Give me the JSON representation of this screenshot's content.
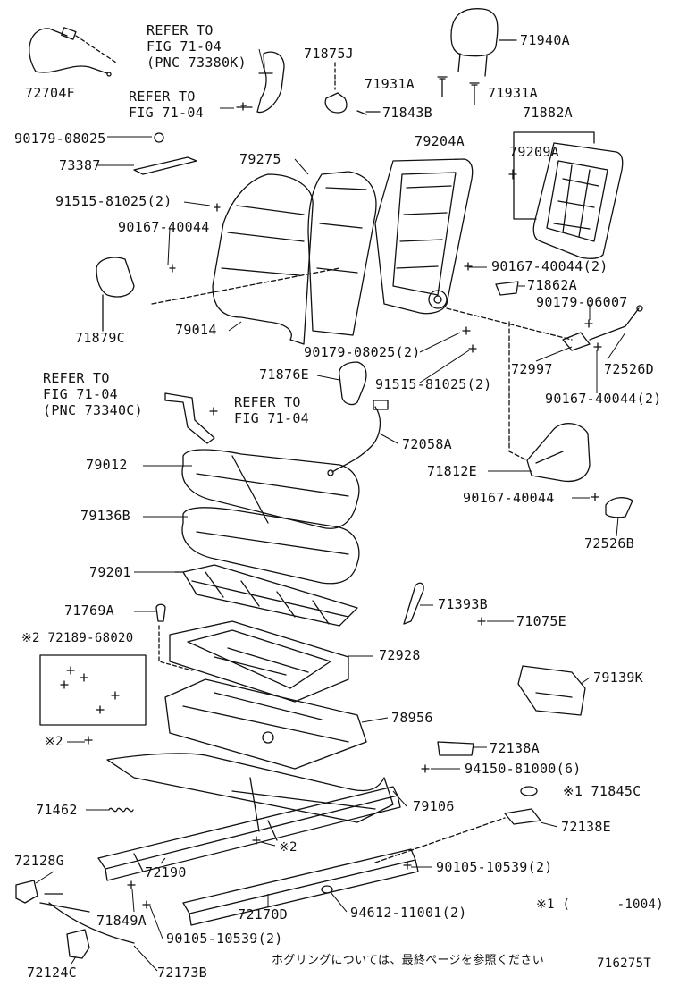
{
  "colors": {
    "ink": "#111111",
    "paper": "#ffffff"
  },
  "labels": {
    "p72704F": "72704F",
    "refer1": [
      "REFER TO",
      "FIG 71-04",
      "(PNC 73380K)"
    ],
    "refer2": [
      "REFER TO",
      "FIG 71-04"
    ],
    "p71875J": "71875J",
    "p71940A": "71940A",
    "p71931A_1": "71931A",
    "p71931A_2": "71931A",
    "p71843B": "71843B",
    "p71882A": "71882A",
    "p90179_08025": "90179-08025",
    "p79204A": "79204A",
    "p79209A": "79209A",
    "p73387": "73387",
    "p79275": "79275",
    "p91515_81025_a": "91515-81025(2)",
    "p90167_40044_a": "90167-40044",
    "p90167_40044_2a": "90167-40044(2)",
    "p71862A": "71862A",
    "p90179_06007": "90179-06007",
    "p71879C": "71879C",
    "p79014": "79014",
    "p90179_08025_2": "90179-08025(2)",
    "p72997": "72997",
    "p72526D": "72526D",
    "p71876E": "71876E",
    "p91515_81025_b": "91515-81025(2)",
    "p90167_40044_2b": "90167-40044(2)",
    "refer3": [
      "REFER TO",
      "FIG 71-04",
      "(PNC 73340C)"
    ],
    "refer4": [
      "REFER TO",
      "FIG 71-04"
    ],
    "p72058A": "72058A",
    "p79012": "79012",
    "p71812E": "71812E",
    "p90167_40044_b": "90167-40044",
    "p79136B": "79136B",
    "p72526B": "72526B",
    "p79201": "79201",
    "p71393B": "71393B",
    "p71769A": "71769A",
    "p71075E": "71075E",
    "p72189": "※2 72189-68020",
    "p72928": "72928",
    "p79139K": "79139K",
    "p78956": "78956",
    "note2a": "※2",
    "p72138A": "72138A",
    "p94150": "94150-81000(6)",
    "p71845C": "※1 71845C",
    "p71462": "71462",
    "p79106": "79106",
    "p72138E": "72138E",
    "note2b": "※2",
    "p72128G": "72128G",
    "p72190": "72190",
    "p90105_a": "90105-10539(2)",
    "p71849A": "71849A",
    "p72170D": "72170D",
    "p94612": "94612-11001(2)",
    "footnote1": "※1 (      -1004)",
    "p90105_b": "90105-10539(2)",
    "japanese_note": "ホグリングについては、最終ページを参照ください",
    "p72124C": "72124C",
    "p72173B": "72173B",
    "figure_id": "716275T"
  }
}
